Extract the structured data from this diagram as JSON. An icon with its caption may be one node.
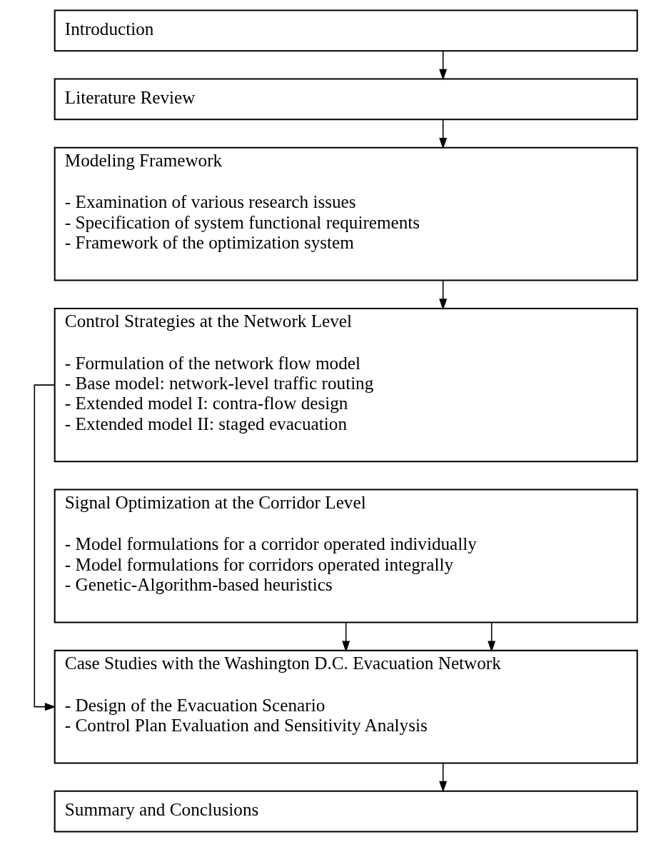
{
  "diagram": {
    "nodes": [
      {
        "text": [
          "Introduction"
        ]
      },
      {
        "text": [
          "Literature Review"
        ]
      },
      {
        "text": [
          "Modeling Framework",
          "- Examination of various research issues",
          "- Specification of system functional requirements",
          "- Framework of the optimization system"
        ]
      },
      {
        "text": [
          "Control Strategies at the Network Level",
          "- Formulation of the network flow model",
          "- Base model: network-level traffic routing",
          "- Extended model I: contra-flow design",
          "- Extended model II: staged evacuation"
        ]
      },
      {
        "text": [
          "Signal Optimization at the Corridor Level",
          "- Model formulations for a corridor operated individually",
          "- Model formulations for corridors operated integrally",
          "- Genetic-Algorithm-based heuristics"
        ]
      },
      {
        "text": [
          "Case Studies with the Washington D.C. Evacuation Network",
          "- Design of the Evacuation Scenario",
          "- Control Plan Evaluation and Sensitivity Analysis"
        ]
      },
      {
        "text": [
          "Summary and Conclusions"
        ]
      }
    ],
    "edges": [
      {
        "from": 0,
        "to": 1,
        "arrow": "to"
      },
      {
        "from": 1,
        "to": 2,
        "arrow": "to"
      },
      {
        "from": 2,
        "to": 3,
        "arrow": "to"
      },
      {
        "from": 3,
        "to": 5,
        "arrow": "to"
      },
      {
        "from": 4,
        "to": 5,
        "arrow": "to"
      },
      {
        "from": 4,
        "to": 5,
        "arrow": "to"
      },
      {
        "from": 5,
        "to": 6,
        "arrow": "to"
      }
    ]
  }
}
